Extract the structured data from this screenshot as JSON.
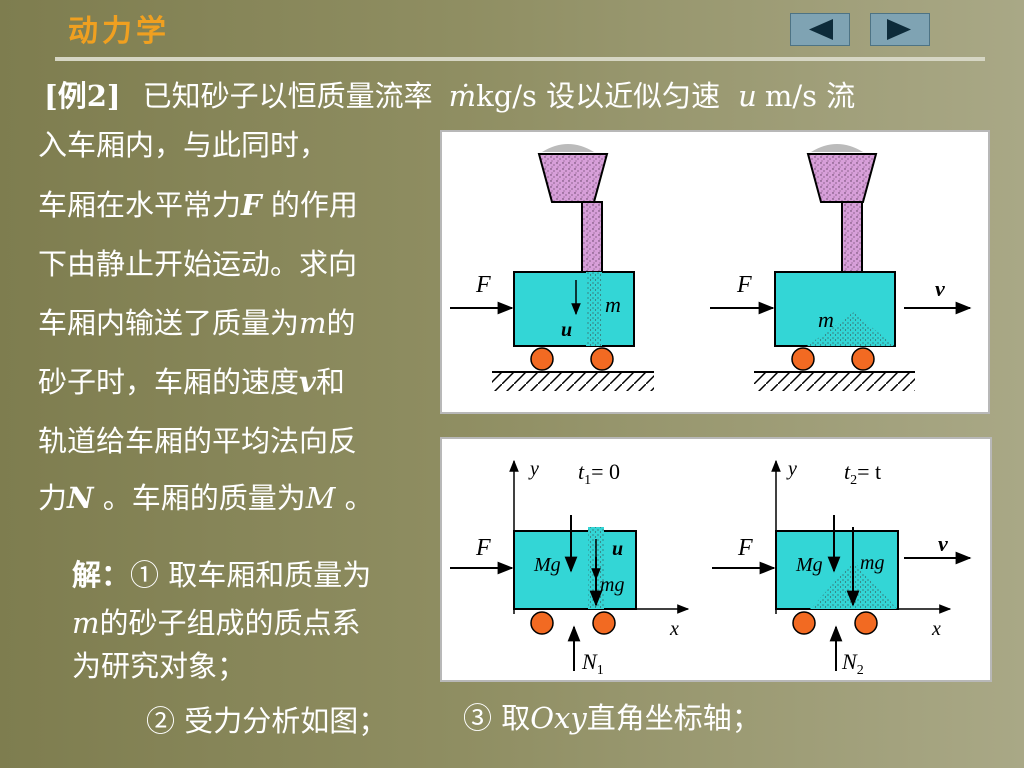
{
  "header": {
    "title": "动力学",
    "prev_label": "previous-slide",
    "next_label": "next-slide"
  },
  "problem": {
    "tag": "[例2]",
    "line1_a": "已知砂子以恒质量流率",
    "m_dot": "ṁ",
    "kgs": "kg/s",
    "line1_b": "设以近似匀速",
    "u": "u",
    "ms": "m/s",
    "line1_c": "流",
    "line2": "入车厢内，与此同时，",
    "line3_a": "车厢在水平常力",
    "F": "F",
    "line3_b": " 的作用",
    "line4": "下由静止开始运动。求向",
    "line5_a": "车厢内输送了质量为",
    "m": "m",
    "line5_b": "的",
    "line6_a": "砂子时，车厢的速度",
    "v": "v",
    "line6_b": "和",
    "line7": "轨道给车厢的平均法向反",
    "line8_a": "力",
    "N": "N",
    "line8_b": " 。车厢的质量为",
    "M": "M",
    "line8_c": " 。"
  },
  "solution": {
    "label": "解：",
    "step1_a": "① 取车厢和质量为",
    "step1_m": "m",
    "step1_b": "的砂子组成的质点系",
    "step1_c": "为研究对象；",
    "step2": "② 受力分析如图；",
    "step3_a": "③ 取",
    "step3_oxy": "Oxy",
    "step3_b": "直角坐标轴；"
  },
  "figure_top": {
    "left": {
      "F": "F",
      "u": "u",
      "m": "m"
    },
    "right": {
      "F": "F",
      "v": "v",
      "m": "m"
    }
  },
  "figure_bottom": {
    "left": {
      "y": "y",
      "x": "x",
      "F": "F",
      "Mg": "Mg",
      "u": "u",
      "mg": "mg",
      "N": "N",
      "N_sub": "1",
      "t": "t",
      "t_sub": "1",
      "t_val": "= 0"
    },
    "right": {
      "y": "y",
      "x": "x",
      "F": "F",
      "Mg": "Mg",
      "v": "v",
      "mg": "mg",
      "N": "N",
      "N_sub": "2",
      "t": "t",
      "t_sub": "2",
      "t_val": "= t"
    }
  },
  "colors": {
    "cart": "#33d6d6",
    "wheel": "#f26a22",
    "hopper": "#d79fd9",
    "title": "#f0a020",
    "nav": "#7fa3b3"
  }
}
